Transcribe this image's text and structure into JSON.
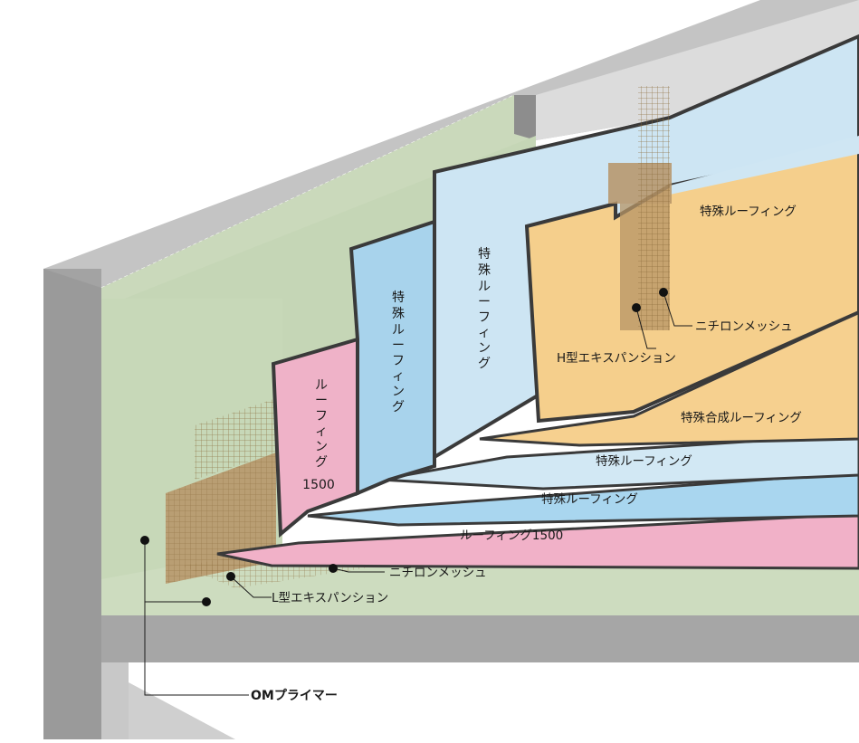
{
  "labels": {
    "tokushu_roofing_upper": "特殊ルーフィング",
    "nichiron_mesh_upper": "ニチロンメッシュ",
    "h_expansion": "H型エキスパンション",
    "tokushu_gosei_roofing": "特殊合成ルーフィング",
    "tokushu_roofing_mid": "特殊ルーフィング",
    "tokushu_roofing_low": "特殊ルーフィング",
    "roofing_1500_floor": "ルーフィング1500",
    "nichiron_mesh_lower": "ニチロンメッシュ",
    "l_expansion": "L型エキスパンション",
    "om_primer": "OMプライマー"
  },
  "wall_labels": {
    "pink": [
      "ル",
      "ー",
      "フ",
      "ィ",
      "ン",
      "グ"
    ],
    "pink_number": "1500",
    "blue": [
      "特",
      "殊",
      "ル",
      "ー",
      "フ",
      "ィ",
      "ン",
      "グ"
    ],
    "light_blue": [
      "特",
      "殊",
      "ル",
      "ー",
      "フ",
      "ィ",
      "ン",
      "グ"
    ]
  },
  "colors": {
    "concrete_top": "#b8b8b8",
    "concrete_face": "#9a9a9a",
    "concrete_light": "#d4d4d4",
    "wall_green": "#c9d9ba",
    "floor_green": "#cfdcc0",
    "pink": "#f0b3c9",
    "blue": "#a9d4ec",
    "light_blue": "#cfe6f3",
    "orange": "#f5cf8e",
    "mesh": "#b89a6a",
    "seal": "#3a3a3a"
  }
}
